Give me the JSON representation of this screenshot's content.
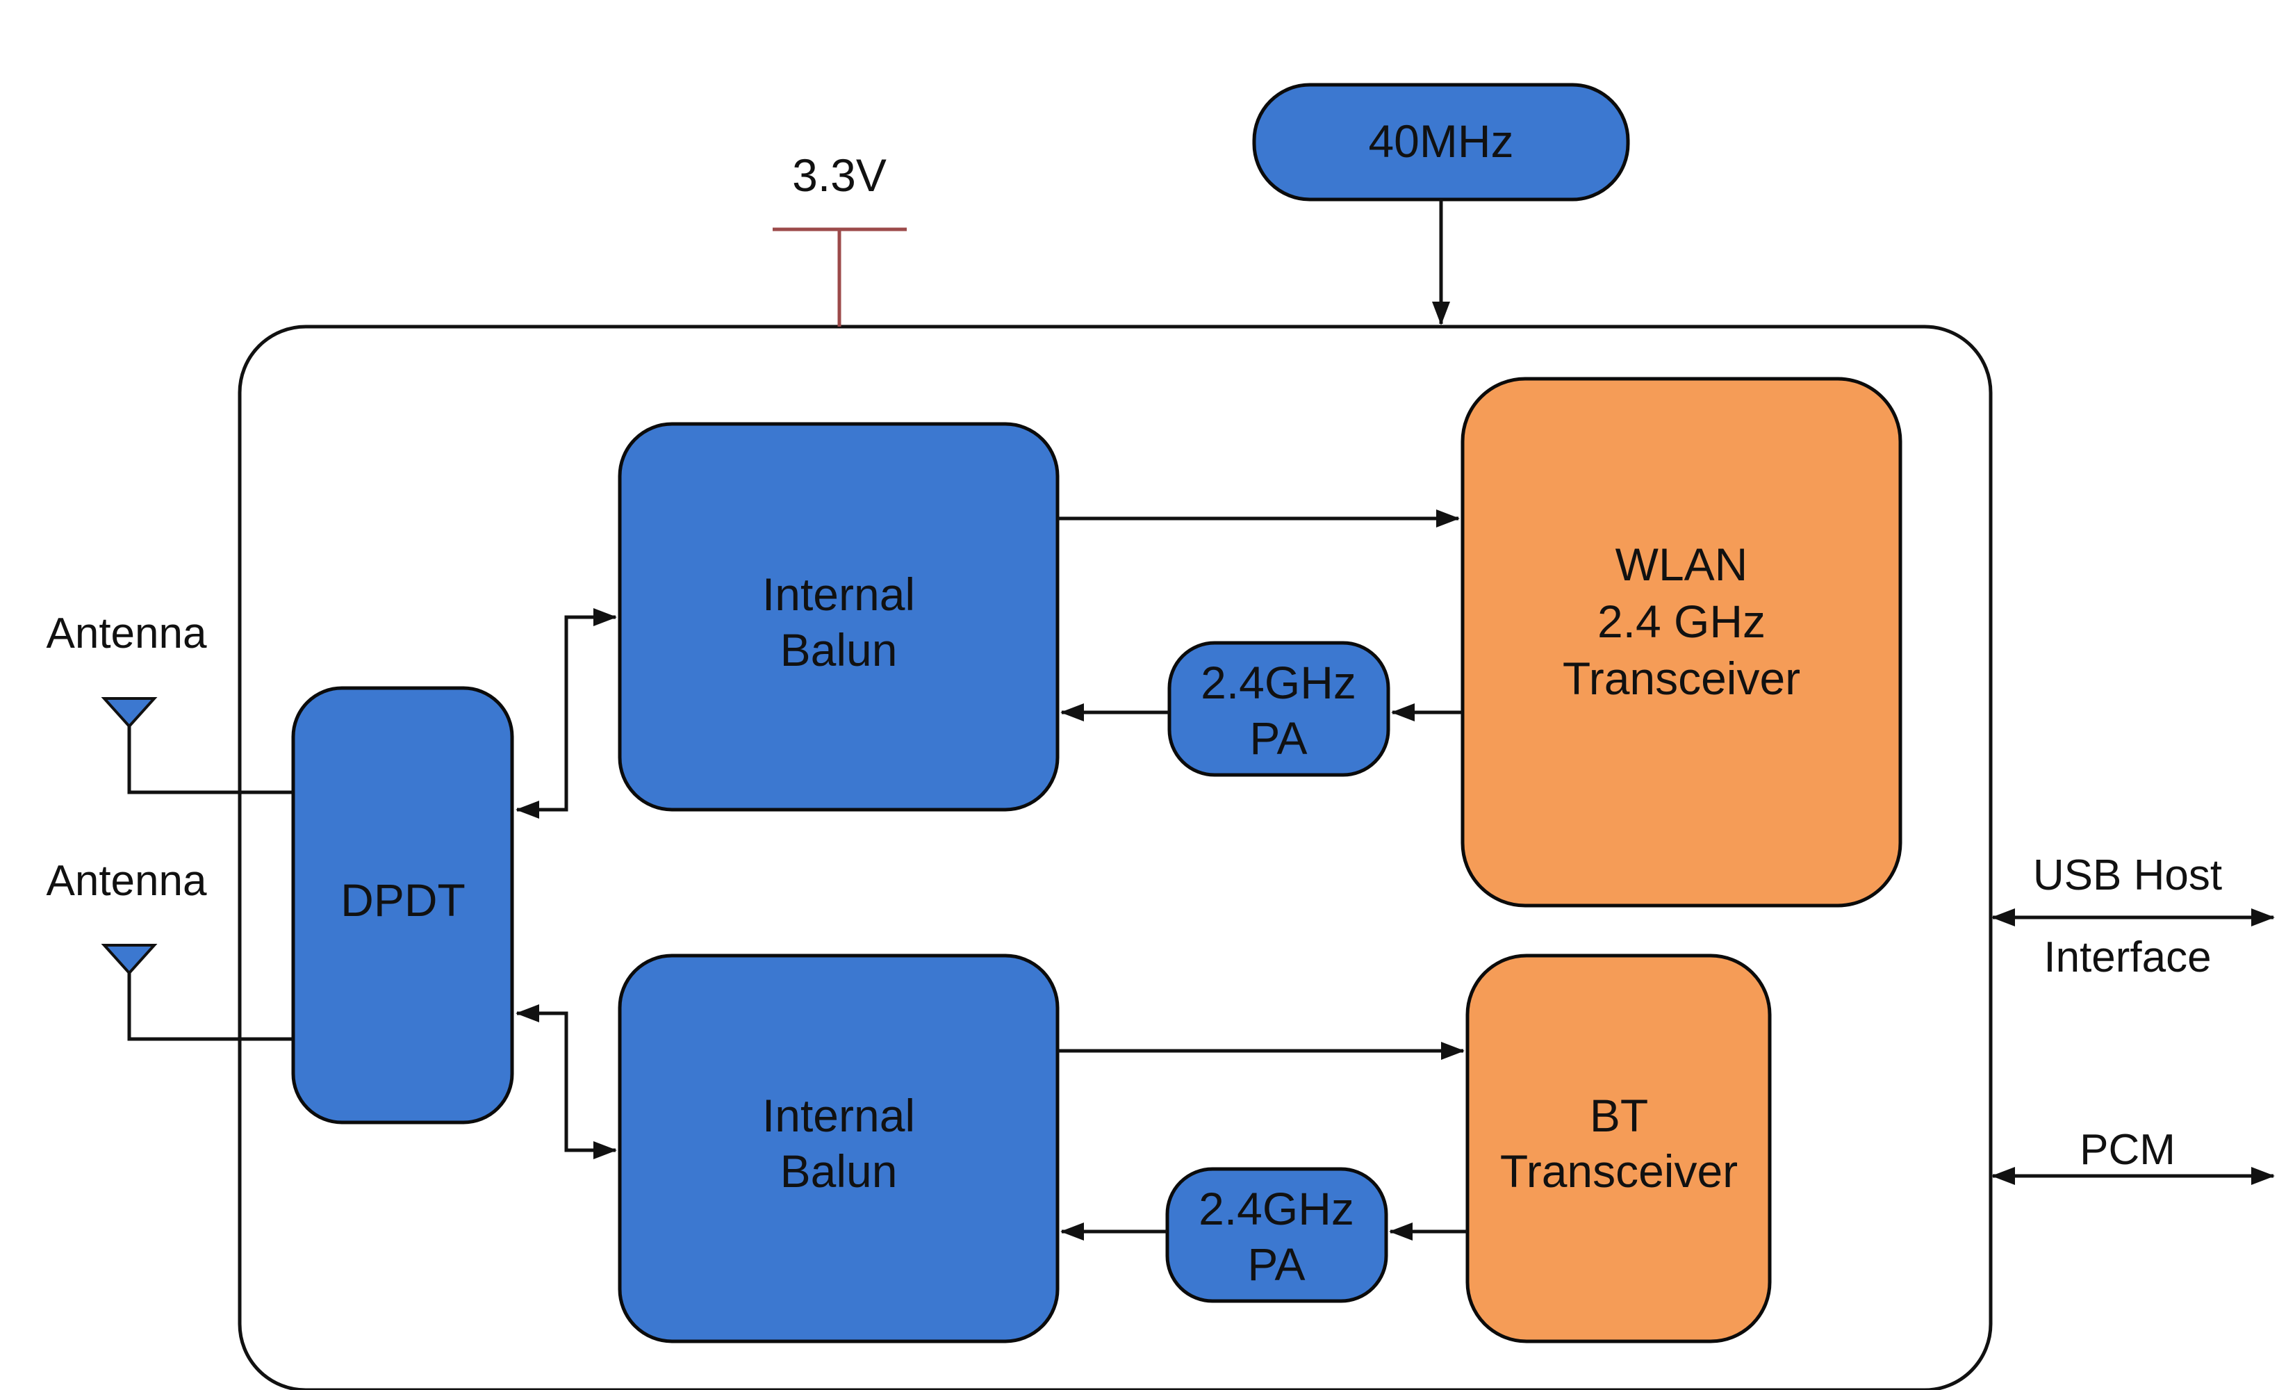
{
  "diagram": {
    "nodes": {
      "clock": {
        "label": "40MHz"
      },
      "power": {
        "label": "3.3V"
      },
      "antenna_top": {
        "label": "Antenna"
      },
      "antenna_bottom": {
        "label": "Antenna"
      },
      "dpdt": {
        "label": "DPDT"
      },
      "balun_top": {
        "lines": [
          "Internal",
          "Balun"
        ]
      },
      "balun_bottom": {
        "lines": [
          "Internal",
          "Balun"
        ]
      },
      "pa_top": {
        "lines": [
          "2.4GHz",
          "PA"
        ]
      },
      "pa_bottom": {
        "lines": [
          "2.4GHz",
          "PA"
        ]
      },
      "wlan": {
        "lines": [
          "WLAN",
          "2.4 GHz",
          "Transceiver"
        ]
      },
      "bt": {
        "lines": [
          "BT",
          "Transceiver"
        ]
      }
    },
    "interfaces": {
      "usb": {
        "lines": [
          "USB Host",
          "Interface"
        ]
      },
      "pcm": {
        "label": "PCM"
      }
    },
    "colors": {
      "blue_block": "#3c78d0",
      "orange_block": "#f59c57",
      "power_line": "#9c4a4a",
      "outline": "#0b0b0b"
    }
  }
}
